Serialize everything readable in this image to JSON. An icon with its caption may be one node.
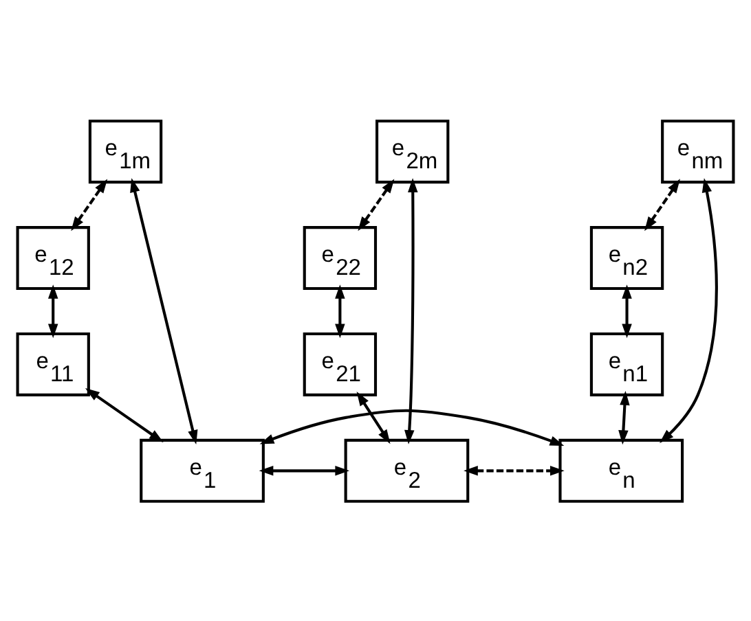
{
  "diagram": {
    "nodes": [
      {
        "text": [
          "e$_{1m}$"
        ]
      },
      {
        "text": [
          "e$_{2m}$"
        ]
      },
      {
        "text": [
          "e$_{nm}$"
        ]
      },
      {
        "text": [
          "e$_{12}$"
        ]
      },
      {
        "text": [
          "e$_{22}$"
        ]
      },
      {
        "text": [
          "e$_{n2}$"
        ]
      },
      {
        "text": [
          "e$_{11}$"
        ]
      },
      {
        "text": [
          "e$_{21}$"
        ]
      },
      {
        "text": [
          "e$_{n1}$"
        ]
      },
      {
        "text": [
          "e$_{1}$"
        ]
      },
      {
        "text": [
          "e$_{2}$"
        ]
      },
      {
        "text": [
          "e$_{n}$"
        ]
      }
    ],
    "edges": [
      {
        "from": 0,
        "to": 3,
        "arrow": "both",
        "style": "dashed"
      },
      {
        "from": 1,
        "to": 4,
        "arrow": "both",
        "style": "dashed"
      },
      {
        "from": 2,
        "to": 5,
        "arrow": "both",
        "style": "dashed"
      },
      {
        "from": 3,
        "to": 6,
        "arrow": "both"
      },
      {
        "from": 4,
        "to": 7,
        "arrow": "both"
      },
      {
        "from": 5,
        "to": 8,
        "arrow": "both"
      },
      {
        "from": 6,
        "to": 9,
        "arrow": "both"
      },
      {
        "from": 7,
        "to": 10,
        "arrow": "both"
      },
      {
        "from": 8,
        "to": 11,
        "arrow": "both"
      },
      {
        "from": 0,
        "to": 9,
        "arrow": "both"
      },
      {
        "from": 1,
        "to": 10,
        "arrow": "both"
      },
      {
        "from": 2,
        "to": 11,
        "arrow": "both"
      },
      {
        "from": 9,
        "to": 10,
        "arrow": "both"
      },
      {
        "from": 10,
        "to": 11,
        "arrow": "both",
        "style": "dashed"
      },
      {
        "from": 11,
        "to": 9,
        "arrow": "both"
      }
    ]
  }
}
